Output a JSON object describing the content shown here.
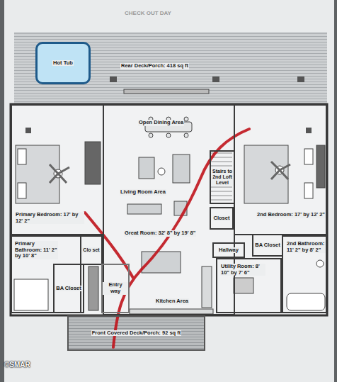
{
  "diagram": {
    "nodes": [
      {
        "text": [
          "Rear Deck/Porch: 418 sq ft"
        ]
      },
      {
        "text": [
          "Hot Tub"
        ],
        "in": 0
      },
      {
        "text": [
          "Primary Bedroom: 17' by 12' 2\""
        ]
      },
      {
        "text": [
          "Open Dining Area",
          "Living Room Area",
          "Great Room: 32' 8\" by 19' 8\"",
          "Kitchen Area"
        ]
      },
      {
        "text": [
          "Stairs to 2nd Loft Level"
        ]
      },
      {
        "text": [
          "Closet"
        ]
      },
      {
        "text": [
          "2nd Bedroom: 17' by 12' 2\""
        ]
      },
      {
        "text": [
          "Primary Bathroom: 11' 2\" by 10' 8\""
        ]
      },
      {
        "text": [
          "Clo set"
        ]
      },
      {
        "text": [
          "BA Closet"
        ]
      },
      {
        "text": [
          "Entry way"
        ]
      },
      {
        "text": [
          "Hallway"
        ]
      },
      {
        "text": [
          "BA Closet"
        ]
      },
      {
        "text": [
          "Utility Room: 8' 10\" by 7' 6\""
        ]
      },
      {
        "text": [
          "2nd Bathroom: 11' 2\" by 8' 2\""
        ]
      },
      {
        "text": [
          "Front Covered Deck/Porch: 92 sq ft"
        ]
      }
    ],
    "labels": [
      "CHECK OUT DAY",
      "©SMAR"
    ]
  }
}
